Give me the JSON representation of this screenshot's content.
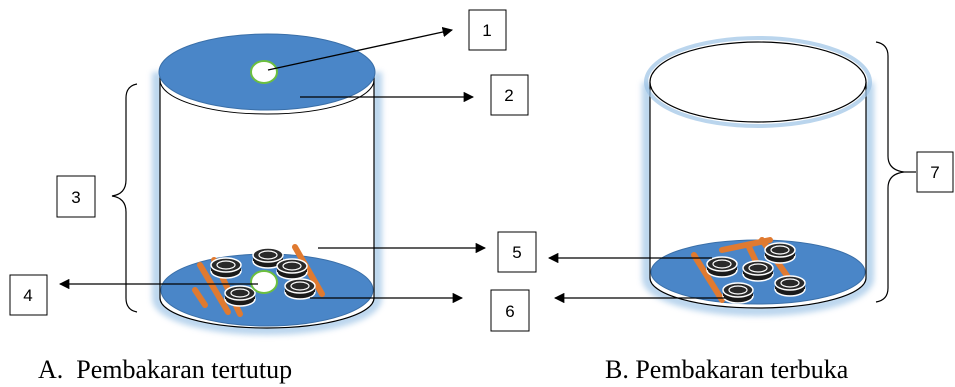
{
  "labels": {
    "l1": "1",
    "l2": "2",
    "l3": "3",
    "l4": "4",
    "l5": "5",
    "l6": "6",
    "l7": "7"
  },
  "captions": {
    "a": "A.  Pembakaran tertutup",
    "b": "B. Pembakaran terbuka"
  },
  "colors": {
    "blue": "#4a86c8",
    "stick": "#e07a30",
    "glow": "#9cc3e6"
  }
}
